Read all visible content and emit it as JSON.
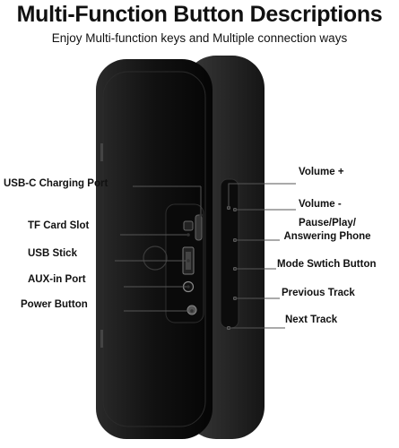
{
  "header": {
    "title": "Multi-Function Button Descriptions",
    "subtitle": "Enjoy Multi-function keys and Multiple connection ways"
  },
  "labels_left": {
    "usb_c": "USB-C Charging Port",
    "tf_card": "TF Card Slot",
    "usb_stick": "USB Stick",
    "aux_in": "AUX-in Port",
    "power": "Power Button"
  },
  "labels_right": {
    "volume_up": "Volume +",
    "volume_down": "Volume -",
    "pause_play_1": "Pause/Play/",
    "pause_play_2": "Answering Phone",
    "mode_switch": "Mode Swtich Button",
    "previous_track": "Previous Track",
    "next_track": "Next Track"
  },
  "colors": {
    "speaker_body": "#1a1a1a",
    "speaker_face": "#0e0e0e",
    "leader_line": "#555555"
  }
}
